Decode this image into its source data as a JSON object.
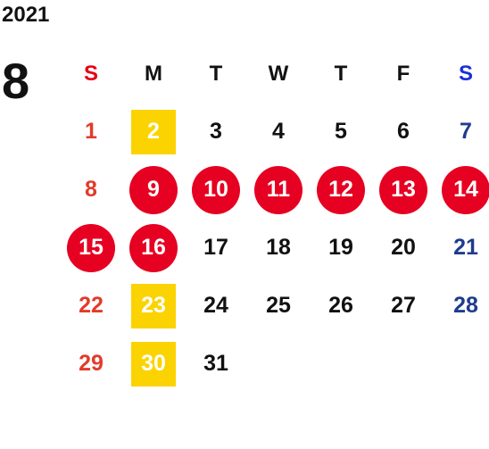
{
  "year": "2021",
  "month": "8",
  "weekdays": [
    "S",
    "M",
    "T",
    "W",
    "T",
    "F",
    "S"
  ],
  "weeks": [
    [
      {
        "d": "1"
      },
      {
        "d": "2",
        "mark": "square"
      },
      {
        "d": "3"
      },
      {
        "d": "4"
      },
      {
        "d": "5"
      },
      {
        "d": "6"
      },
      {
        "d": "7"
      }
    ],
    [
      {
        "d": "8"
      },
      {
        "d": "9",
        "mark": "circle"
      },
      {
        "d": "10",
        "mark": "circle"
      },
      {
        "d": "11",
        "mark": "circle"
      },
      {
        "d": "12",
        "mark": "circle"
      },
      {
        "d": "13",
        "mark": "circle"
      },
      {
        "d": "14",
        "mark": "circle"
      }
    ],
    [
      {
        "d": "15",
        "mark": "circle"
      },
      {
        "d": "16",
        "mark": "circle"
      },
      {
        "d": "17"
      },
      {
        "d": "18"
      },
      {
        "d": "19"
      },
      {
        "d": "20"
      },
      {
        "d": "21"
      }
    ],
    [
      {
        "d": "22"
      },
      {
        "d": "23",
        "mark": "square"
      },
      {
        "d": "24"
      },
      {
        "d": "25"
      },
      {
        "d": "26"
      },
      {
        "d": "27"
      },
      {
        "d": "28"
      }
    ],
    [
      {
        "d": "29"
      },
      {
        "d": "30",
        "mark": "square"
      },
      {
        "d": "31"
      },
      null,
      null,
      null,
      null
    ]
  ],
  "colors": {
    "sunday_header": "#e60012",
    "saturday_header": "#1a2fd6",
    "sunday_day": "#e23b2a",
    "saturday_day": "#1f3c8c",
    "circle_mark": "#e60021",
    "square_mark": "#fbd300"
  }
}
